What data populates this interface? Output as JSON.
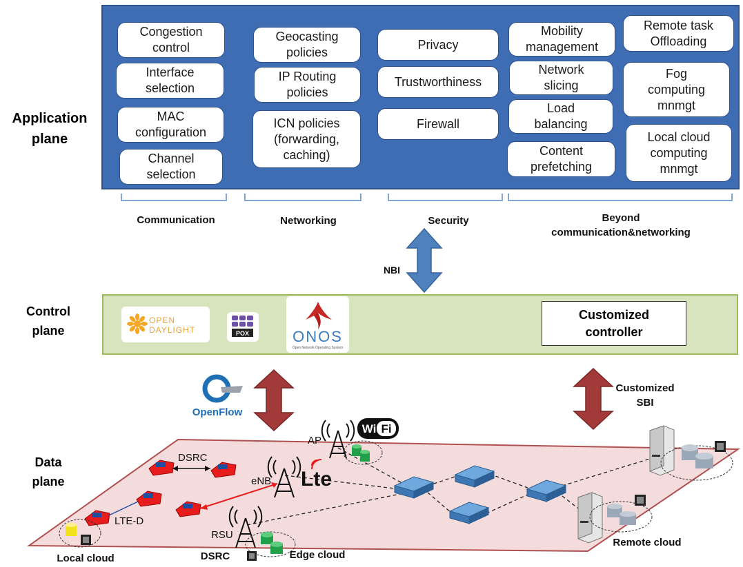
{
  "planes": {
    "application": "Application\nplane",
    "control": "Control\nplane",
    "data": "Data\nplane"
  },
  "application_boxes": {
    "communication": [
      "Congestion\ncontrol",
      "Interface\nselection",
      "MAC\nconfiguration",
      "Channel\nselection"
    ],
    "networking": [
      "Geocasting\npolicies",
      "IP Routing\npolicies",
      "ICN policies\n(forwarding,\ncaching)"
    ],
    "security": [
      "Privacy",
      "Trustworthiness",
      "Firewall"
    ],
    "beyond_col1": [
      "Mobility\nmanagement",
      "Network\nslicing",
      "Load\nbalancing",
      "Content\nprefetching"
    ],
    "beyond_col2": [
      "Remote task\nOffloading",
      "Fog\ncomputing\nmnmgt",
      "Local cloud\ncomputing\nmnmgt"
    ]
  },
  "groups": {
    "communication": "Communication",
    "networking": "Networking",
    "security": "Security",
    "beyond": "Beyond\ncommunication&networking"
  },
  "interfaces": {
    "nbi": "NBI",
    "customized_sbi": "Customized\nSBI"
  },
  "control": {
    "customized_controller": "Customized\ncontroller",
    "logos": {
      "opendaylight_top": "OPEN",
      "opendaylight_bottom": "DAYLIGHT",
      "pox": "POX",
      "onos": "ONOS",
      "onos_sub": "Open Network Operating System",
      "openflow": "OpenFlow"
    }
  },
  "data_plane": {
    "dsrc_link": "DSRC",
    "lte_d_link": "LTE-D",
    "enb": "eNB",
    "lte_logo": "Lte",
    "ap": "AP",
    "wifi_logo_left": "Wi",
    "wifi_logo_right": "Fi",
    "rsu": "RSU",
    "dsrc_bottom": "DSRC",
    "local_cloud": "Local cloud",
    "edge_cloud": "Edge cloud",
    "remote_cloud": "Remote cloud"
  },
  "colors": {
    "app_plane": "#3f6db4",
    "control_plane": "#d7e4bd",
    "data_plane": "#f4dcdc",
    "nbi_arrow": "#4f81bd",
    "sbi_arrow": "#a33a3a",
    "car": "#e81c1c",
    "switch": "#4a86c8"
  }
}
